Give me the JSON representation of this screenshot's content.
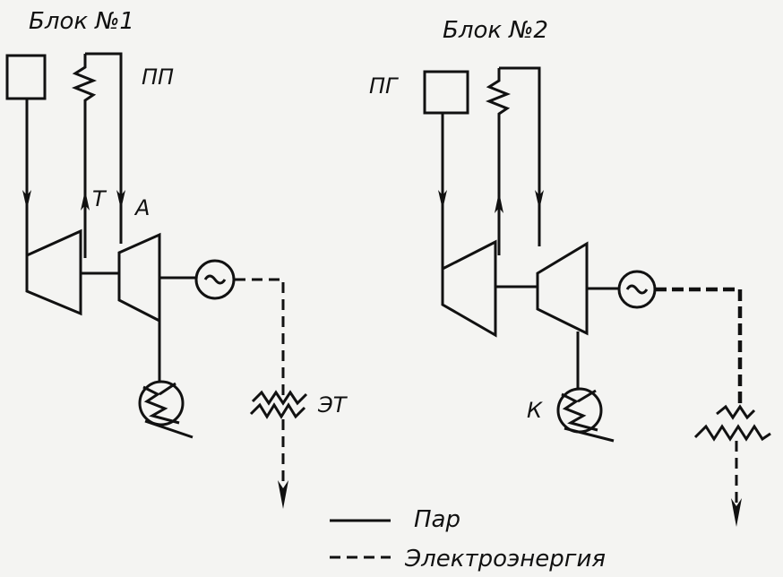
{
  "block1": {
    "title": "Блок №1",
    "label_pp": "ПП",
    "label_t": "Т",
    "label_a": "А",
    "label_et": "ЭТ"
  },
  "block2": {
    "title": "Блок №2",
    "label_pg": "ПГ",
    "label_k": "К"
  },
  "legend": {
    "steam": "Пар",
    "electricity": "Электроэнергия"
  }
}
